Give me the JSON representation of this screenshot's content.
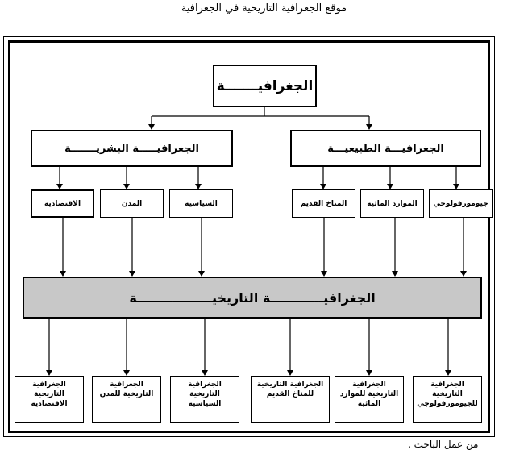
{
  "title": "موقع الجغرافية التاريخية في الجغرافية",
  "root": "الجغرافيـــــــة",
  "branches": {
    "human": "الجغرافيـــــة البشريـــــــة",
    "natural": "الجغرافيـــة الطبيعيـــة"
  },
  "subfields": {
    "economic": "الاقتصادية",
    "cities": "المدن",
    "political": "السياسية",
    "old_climate": "المناخ القديم",
    "water_resources": "الموارد المائية",
    "geomorphology": "جيومورفولوجي"
  },
  "historical": "الجغرافيــــــــــــة التاريخيـــــــــــــــــة",
  "outcomes": {
    "economic": "الجغرافية التاريخية الاقتصادية",
    "cities": "الجغرافية التاريخية للمدن",
    "political": "الجغرافية التاريخية السياسية",
    "old_climate": "الجغرافية التاريخية للمناخ القديم",
    "water_resources": "الجغرافية التاريخية للموارد المائية",
    "geomorphology": "الجغرافية التاريخية للجيومورفولوجي"
  },
  "footer": "من عمل الباحث ."
}
